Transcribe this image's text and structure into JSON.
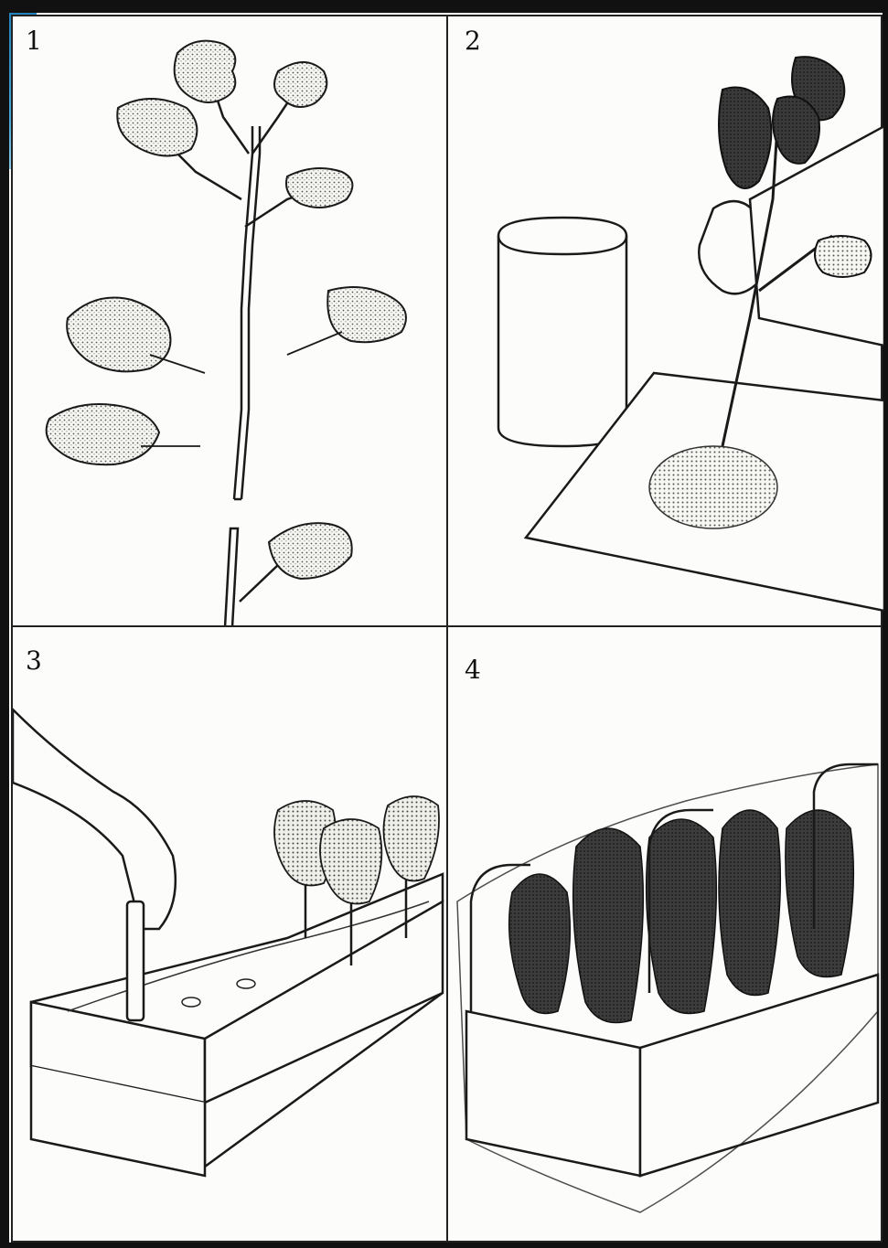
{
  "panels": [
    {
      "number": "1",
      "step": "cutting"
    },
    {
      "number": "2",
      "step": "dipping"
    },
    {
      "number": "3",
      "step": "planting"
    },
    {
      "number": "4",
      "step": "covering"
    }
  ],
  "colors": {
    "frame": "#111111",
    "ink": "#1a1a1a",
    "paper": "#fcfcfa",
    "accent": "#2b8cc4"
  }
}
